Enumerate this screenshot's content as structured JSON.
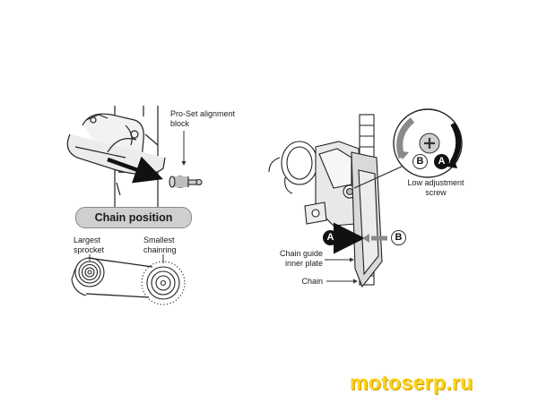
{
  "labels": {
    "pro_set": "Pro-Set alignment\nblock",
    "chain_position": "Chain position",
    "largest_sprocket": "Largest\nsprocket",
    "smallest_chainring": "Smallest\nchainring",
    "low_adjustment_screw": "Low adjustment\nscrew",
    "chain_guide_inner_plate": "Chain guide\ninner plate",
    "chain": "Chain"
  },
  "badges": {
    "a": "A",
    "b": "B"
  },
  "watermark": "motoserp.ru",
  "colors": {
    "ink": "#1a1a1a",
    "pill": "#cfcfcf",
    "parts": "#e8e8e8",
    "watermark": "#ffd21a"
  }
}
